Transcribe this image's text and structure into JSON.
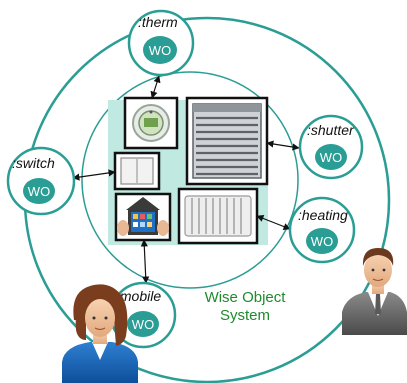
{
  "colors": {
    "ring": "#2a9d94",
    "wo_fill": "#2a9d94",
    "device_panel": "#bfe9e1",
    "system_text": "#1f8a2e"
  },
  "system_label": {
    "line1": "Wise Object",
    "line2": "System"
  },
  "objects": [
    {
      "name": ":therm",
      "badge": "WO"
    },
    {
      "name": ":shutter",
      "badge": "WO"
    },
    {
      "name": ":switch",
      "badge": "WO"
    },
    {
      "name": ":heating",
      "badge": "WO"
    },
    {
      "name": ":mobile",
      "badge": "WO"
    }
  ],
  "devices": [
    {
      "icon": "thermostat-icon"
    },
    {
      "icon": "roller-shutter-icon"
    },
    {
      "icon": "wall-switch-icon"
    },
    {
      "icon": "radiator-icon"
    },
    {
      "icon": "smartphone-home-icon"
    }
  ],
  "users": [
    {
      "icon": "female-user-icon"
    },
    {
      "icon": "male-user-icon"
    }
  ]
}
